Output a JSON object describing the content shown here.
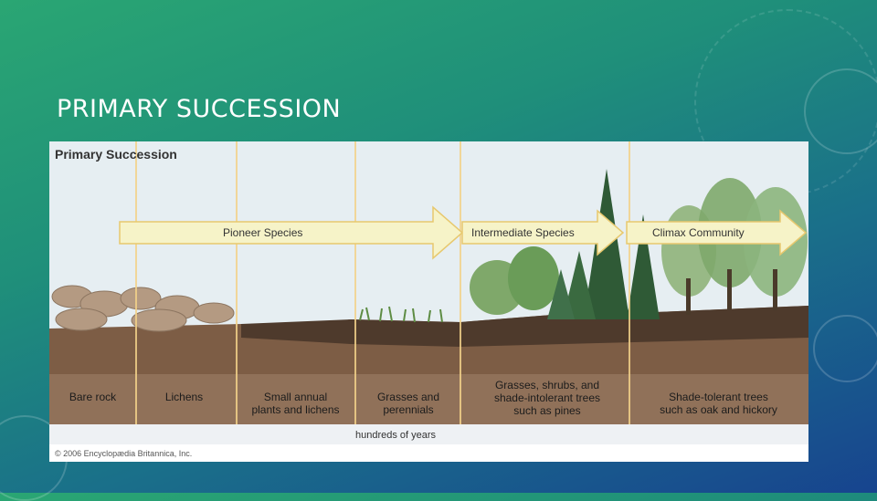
{
  "slide": {
    "title": "PRIMARY SUCCESSION"
  },
  "figure": {
    "title": "Primary Succession",
    "arrows": [
      {
        "label": "Pioneer Species"
      },
      {
        "label": "Intermediate Species"
      },
      {
        "label": "Climax Community"
      }
    ],
    "stages": [
      {
        "line1": "Bare rock",
        "line2": ""
      },
      {
        "line1": "Lichens",
        "line2": ""
      },
      {
        "line1": "Small annual",
        "line2": "plants and lichens"
      },
      {
        "line1": "Grasses and",
        "line2": "perennials"
      },
      {
        "line1": "Grasses, shrubs, and",
        "line2": "shade-intolerant trees",
        "line3": "such as pines"
      },
      {
        "line1": "Shade-tolerant trees",
        "line2": "such as oak and hickory"
      }
    ],
    "time_label": "hundreds of years",
    "copyright": "© 2006 Encyclopædia Britannica, Inc."
  }
}
